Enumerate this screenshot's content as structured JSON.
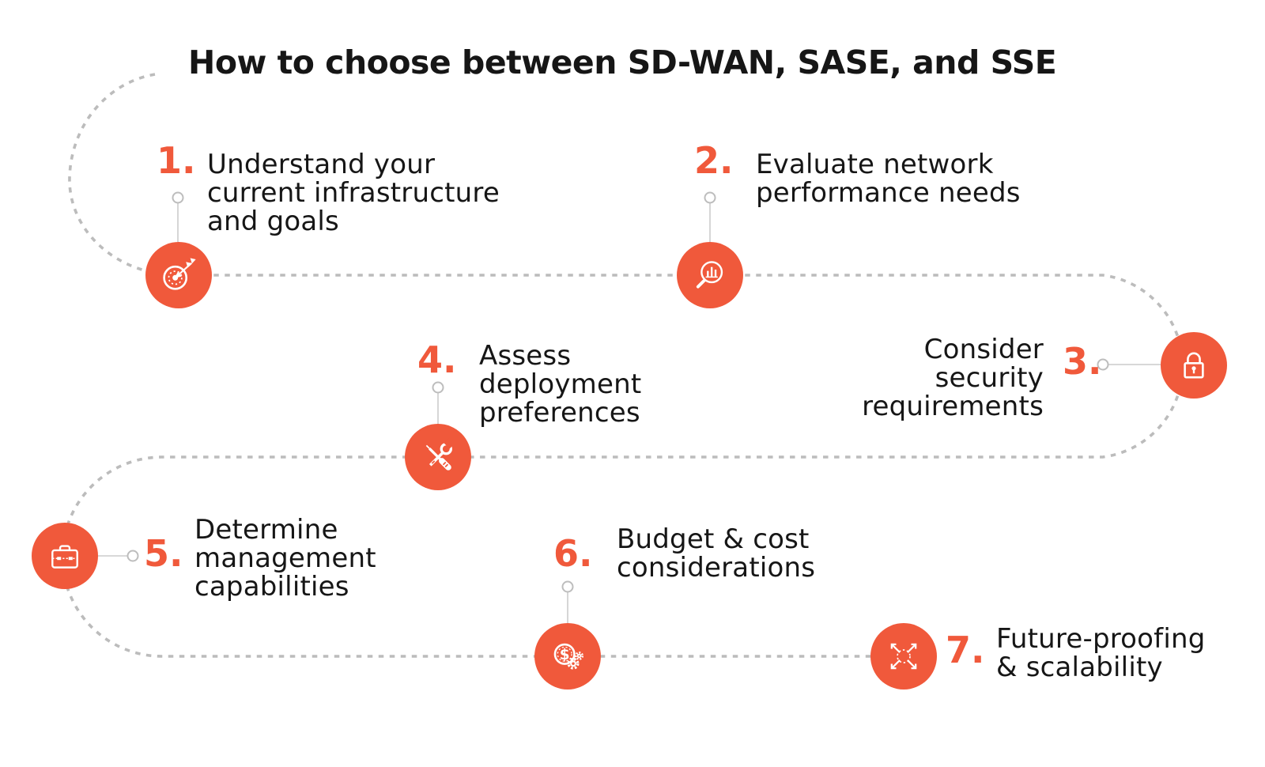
{
  "title": "How to choose between SD-WAN, SASE, and SSE",
  "colors": {
    "accent": "#F0593B",
    "path_gray": "#BCBCBC",
    "connector_gray": "#CBCBCB",
    "text": "#161616",
    "background": "#FFFFFF",
    "icon_stroke": "#FFFFFF"
  },
  "icons": {
    "dollar_symbol": "$"
  },
  "steps": [
    {
      "number": "1.",
      "icon": "target-arrow-icon",
      "lines": [
        "Understand your",
        "current infrastructure",
        "and goals"
      ]
    },
    {
      "number": "2.",
      "icon": "magnifier-chart-icon",
      "lines": [
        "Evaluate network",
        "performance needs"
      ]
    },
    {
      "number": "3.",
      "icon": "padlock-icon",
      "lines": [
        "Consider",
        "security",
        "requirements"
      ]
    },
    {
      "number": "4.",
      "icon": "crossed-tools-icon",
      "lines": [
        "Assess",
        "deployment",
        "preferences"
      ]
    },
    {
      "number": "5.",
      "icon": "briefcase-icon",
      "lines": [
        "Determine",
        "management",
        "capabilities"
      ]
    },
    {
      "number": "6.",
      "icon": "dollar-gears-icon",
      "lines": [
        "Budget & cost",
        "considerations"
      ]
    },
    {
      "number": "7.",
      "icon": "expand-arrows-icon",
      "lines": [
        "Future-proofing",
        "& scalability"
      ]
    }
  ]
}
